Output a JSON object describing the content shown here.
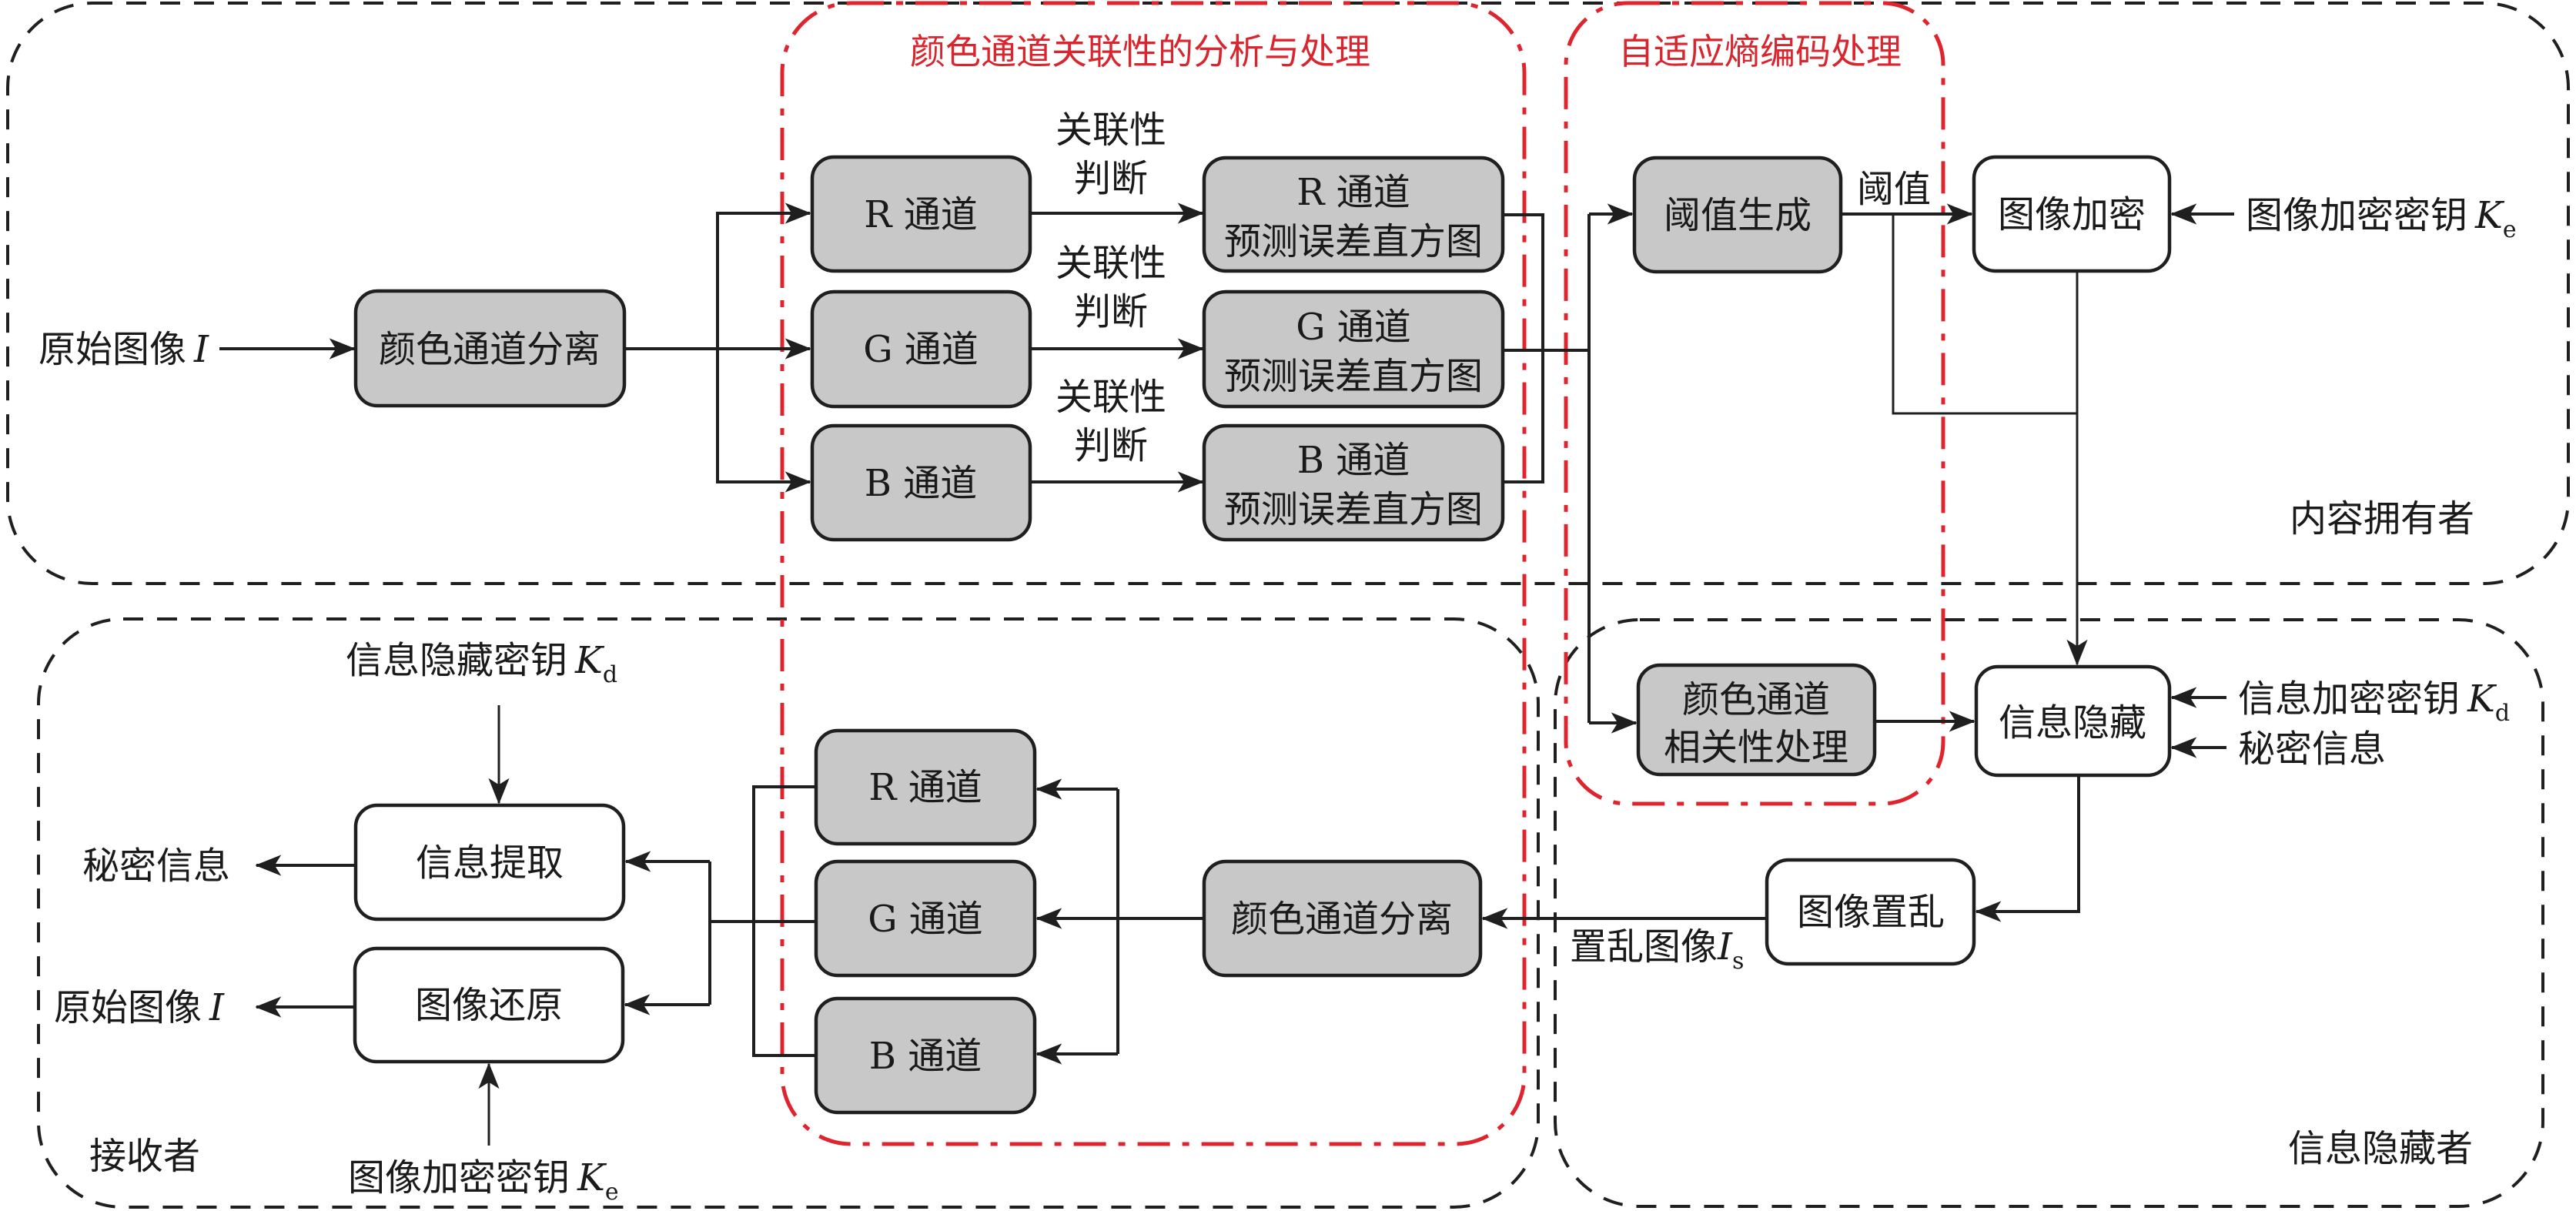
{
  "diagram": {
    "regions": {
      "content_owner": "内容拥有者",
      "receiver": "接收者",
      "data_hider": "信息隐藏者",
      "color_channel_analysis": "颜色通道关联性的分析与处理",
      "adaptive_entropy_coding": "自适应熵编码处理"
    },
    "colors": {
      "highlight_red": "#d9252e",
      "process_gray": "#c8c8c8",
      "line_dark": "#1f1f1f"
    },
    "owner": {
      "input_label": "原始图像",
      "input_symbol": "I",
      "separation_box": "颜色通道分离",
      "channel_r": "R 通道",
      "channel_g": "G 通道",
      "channel_b": "B 通道",
      "correlation_label_line1": "关联性",
      "correlation_label_line2": "判断",
      "hist_r_line1": "R 通道",
      "hist_g_line1": "G 通道",
      "hist_b_line1": "B 通道",
      "hist_line2": "预测误差直方图",
      "threshold_box": "阈值生成",
      "threshold_label": "阈值",
      "encryption_box": "图像加密",
      "encryption_key_label": "图像加密密钥",
      "encryption_key_symbol": "K",
      "encryption_key_sub": "e"
    },
    "hider": {
      "correlation_box_line1": "颜色通道",
      "correlation_box_line2": "相关性处理",
      "hiding_box": "信息隐藏",
      "hiding_key_label": "信息加密密钥",
      "hiding_key_symbol": "K",
      "hiding_key_sub": "d",
      "secret_label": "秘密信息",
      "scramble_box": "图像置乱",
      "scrambled_label": "置乱图像",
      "scrambled_symbol": "I",
      "scrambled_sub": "s"
    },
    "receiver": {
      "separation_box": "颜色通道分离",
      "channel_r": "R 通道",
      "channel_g": "G 通道",
      "channel_b": "B 通道",
      "extract_box": "信息提取",
      "restore_box": "图像还原",
      "secret_output": "秘密信息",
      "image_output": "原始图像",
      "image_output_symbol": "I",
      "hiding_key_label": "信息隐藏密钥",
      "hiding_key_symbol": "K",
      "hiding_key_sub": "d",
      "encryption_key_label": "图像加密密钥",
      "encryption_key_symbol": "K",
      "encryption_key_sub": "e"
    }
  }
}
